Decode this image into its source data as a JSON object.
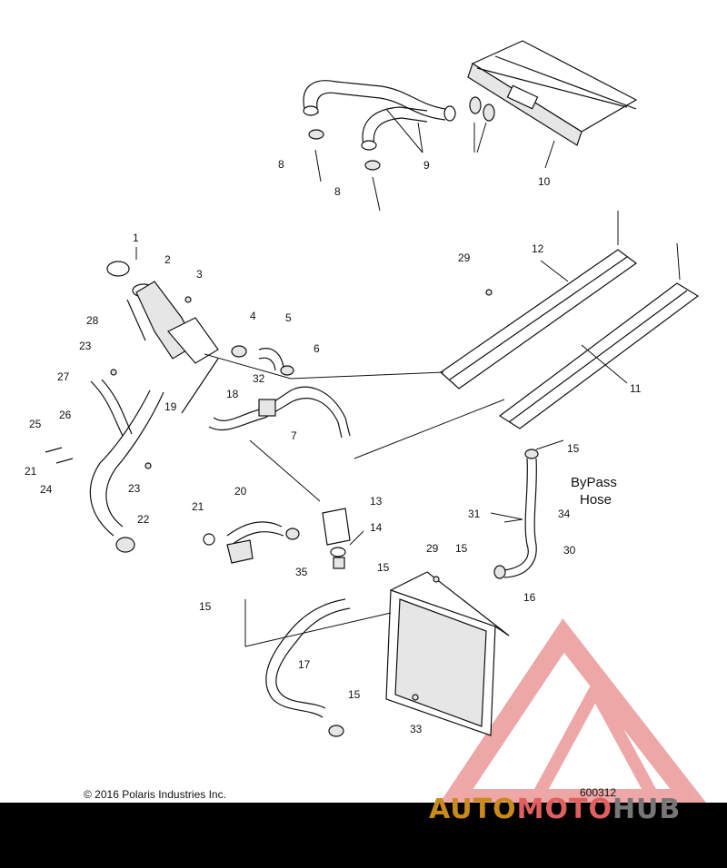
{
  "diagram": {
    "labels": [
      "1",
      "2",
      "3",
      "4",
      "5",
      "6",
      "7",
      "8",
      "9",
      "10",
      "11",
      "12",
      "13",
      "14",
      "15",
      "16",
      "17",
      "18",
      "19",
      "20",
      "21",
      "22",
      "23",
      "24",
      "25",
      "26",
      "27",
      "28",
      "29",
      "30",
      "31",
      "32",
      "33",
      "34",
      "35"
    ],
    "annotation_line1": "ByPass",
    "annotation_line2": "Hose"
  },
  "footer": {
    "copyright": "© 2016 Polaris Industries Inc.",
    "figure_id": "600312"
  },
  "watermark": {
    "part1": "AUTO",
    "part2": "MOTO",
    "part3": "HUB",
    "colors": {
      "primary": "#c98a1c",
      "accent": "#e06060",
      "secondary": "#777777"
    }
  }
}
